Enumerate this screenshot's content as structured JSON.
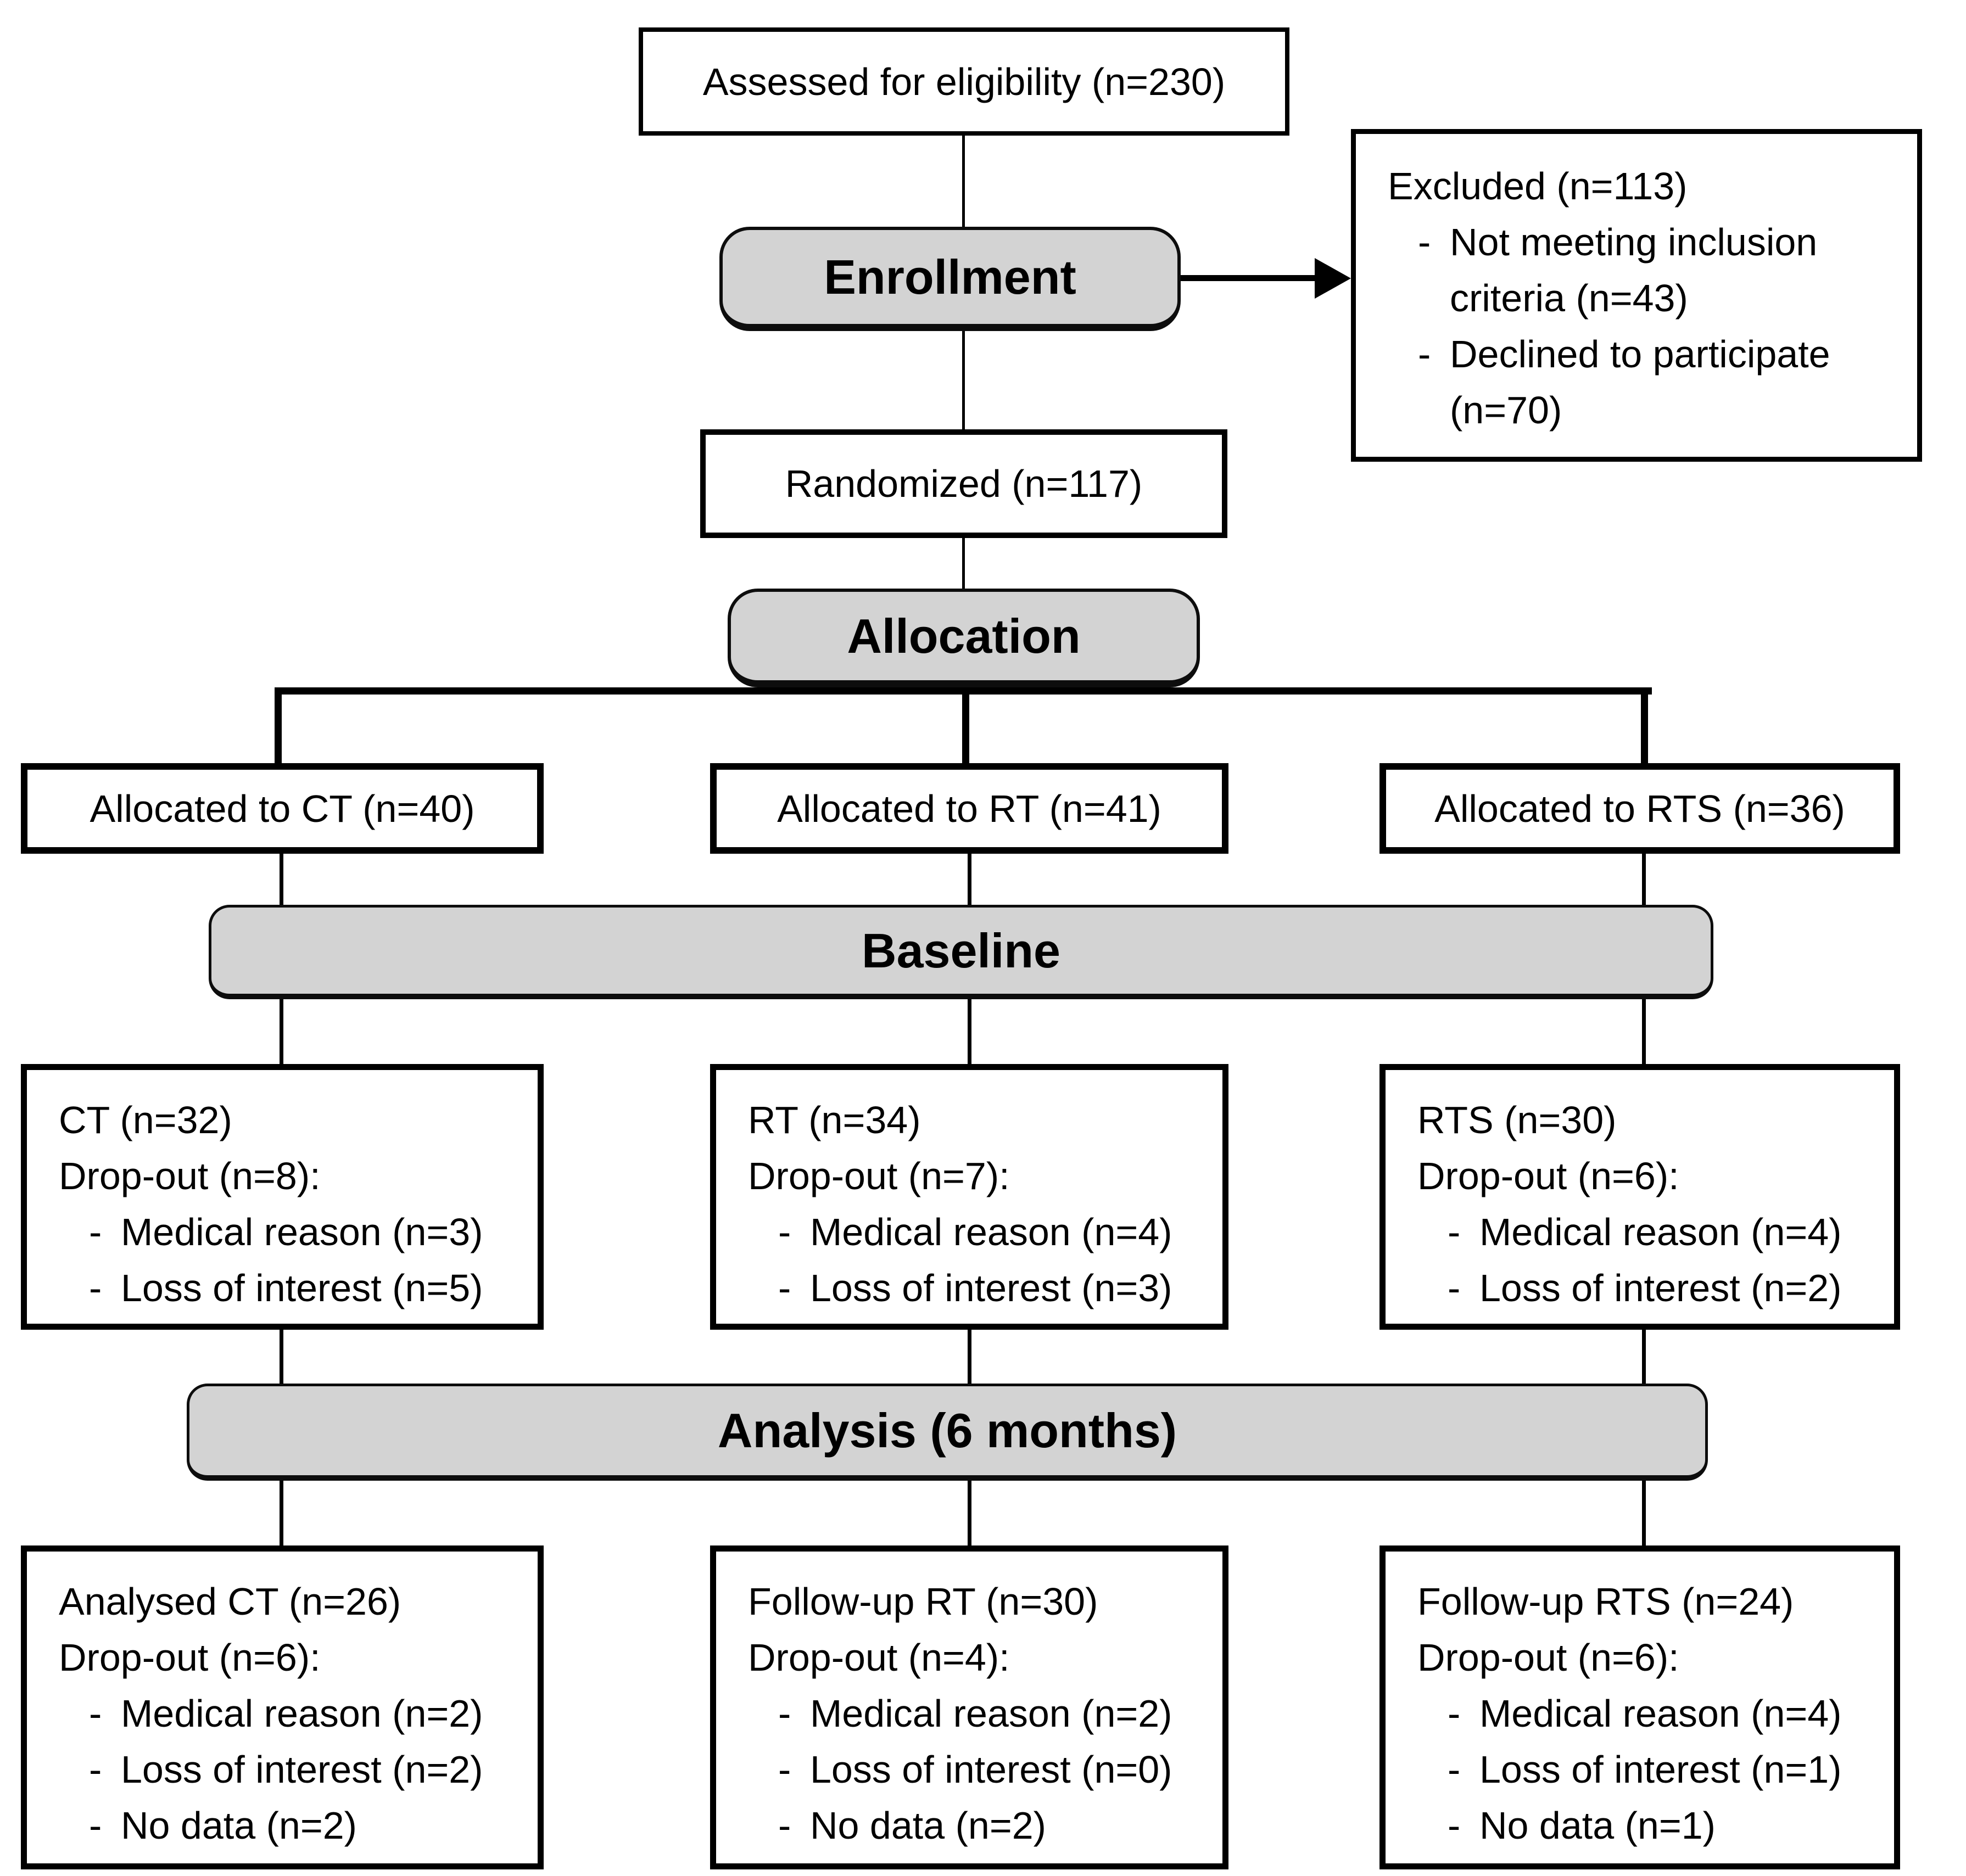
{
  "bullet_marker": "-",
  "flow": {
    "assessed": "Assessed for eligibility (n=230)",
    "randomized": "Randomized (n=117)",
    "stages": {
      "enrollment": "Enrollment",
      "allocation": "Allocation",
      "baseline": "Baseline",
      "analysis": "Analysis (6 months)"
    },
    "excluded": {
      "title": "Excluded (n=113)",
      "items": [
        "Not meeting inclusion criteria (n=43)",
        "Declined to participate (n=70)"
      ]
    }
  },
  "columns": [
    {
      "group": "CT",
      "allocated": "Allocated to CT (n=40)",
      "baseline": {
        "title": "CT (n=32)",
        "dropout": "Drop-out (n=8):",
        "items": [
          "Medical reason (n=3)",
          "Loss of interest (n=5)"
        ]
      },
      "analysis": {
        "title": "Analysed CT (n=26)",
        "dropout": "Drop-out (n=6):",
        "items": [
          "Medical reason (n=2)",
          "Loss of interest (n=2)",
          "No data (n=2)"
        ]
      }
    },
    {
      "group": "RT",
      "allocated": "Allocated to RT (n=41)",
      "baseline": {
        "title": "RT (n=34)",
        "dropout": "Drop-out (n=7):",
        "items": [
          "Medical reason (n=4)",
          "Loss of interest (n=3)"
        ]
      },
      "analysis": {
        "title": "Follow-up RT (n=30)",
        "dropout": "Drop-out (n=4):",
        "items": [
          "Medical reason (n=2)",
          "Loss of interest (n=0)",
          "No data (n=2)"
        ]
      }
    },
    {
      "group": "RTS",
      "allocated": "Allocated to RTS (n=36)",
      "baseline": {
        "title": "RTS (n=30)",
        "dropout": "Drop-out (n=6):",
        "items": [
          "Medical reason (n=4)",
          "Loss of interest (n=2)"
        ]
      },
      "analysis": {
        "title": "Follow-up RTS (n=24)",
        "dropout": "Drop-out (n=6):",
        "items": [
          "Medical reason (n=4)",
          "Loss of interest (n=1)",
          "No data (n=1)"
        ]
      }
    }
  ],
  "colors": {
    "stage_fill": "#d3d3d3",
    "box_fill": "#ffffff",
    "line": "#000000",
    "background": "#ffffff"
  }
}
